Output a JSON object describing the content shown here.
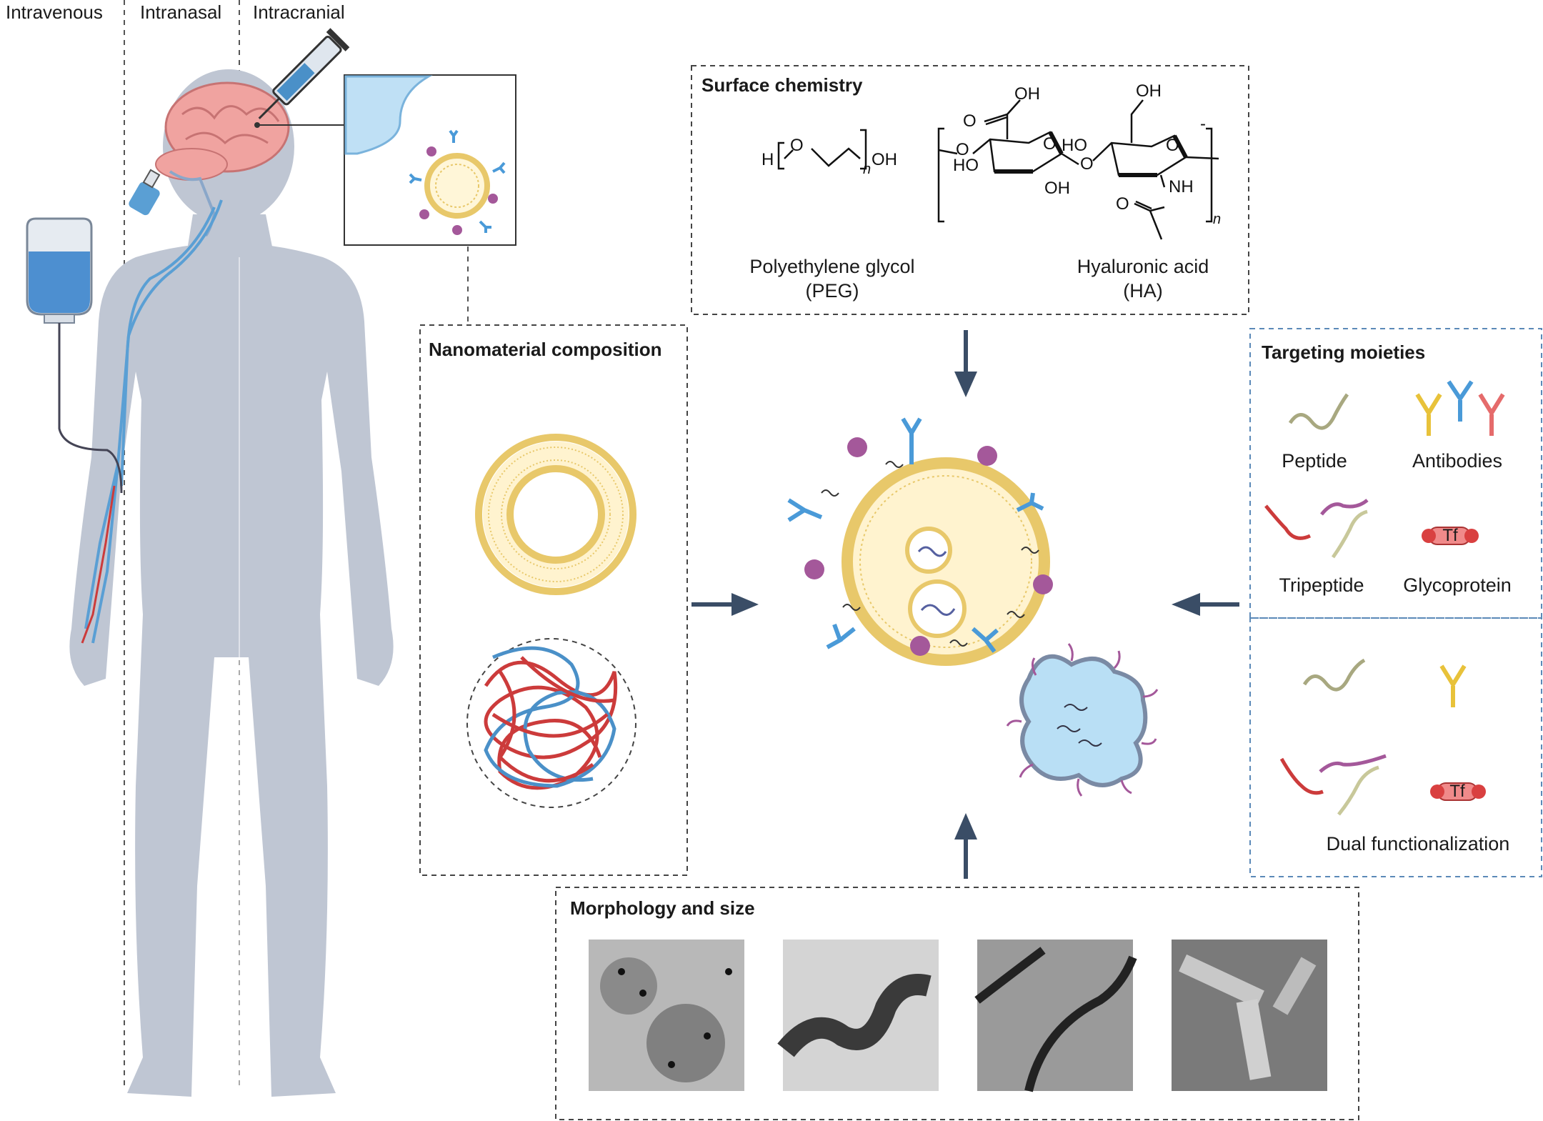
{
  "routes": {
    "intravenous": "Intravenous",
    "intranasal": "Intranasal",
    "intracranial": "Intracranial"
  },
  "surface": {
    "title": "Surface chemistry",
    "peg_name": "Polyethylene glycol",
    "peg_abbr": "(PEG)",
    "ha_name": "Hyaluronic acid",
    "ha_abbr": "(HA)",
    "peg_atoms": {
      "h": "H",
      "o": "O",
      "oh": "OH",
      "n": "n"
    },
    "ha_atoms": {
      "oh_top": "OH",
      "o_eq": "O",
      "o_ring1": "O",
      "ho_left": "HO",
      "oh_bottom": "OH",
      "ho_mid": "HO",
      "o_ring2": "O",
      "oh_ch2": "OH",
      "nh": "NH",
      "o_acetyl": "O",
      "minus": "-",
      "n": "n",
      "o_link": "O",
      "o_gly": "O"
    }
  },
  "composition": {
    "title": "Nanomaterial composition"
  },
  "targeting": {
    "title": "Targeting moieties",
    "peptide": "Peptide",
    "antibodies": "Antibodies",
    "tripeptide": "Tripeptide",
    "glycoprotein": "Glycoprotein",
    "tf_label": "Tf"
  },
  "dual": {
    "title": "Dual functionalization",
    "tf_label": "Tf"
  },
  "morphology": {
    "title": "Morphology and size"
  },
  "colors": {
    "body": "#bfc6d3",
    "brain": "#f0a3a0",
    "vessel": "#5a9fd4",
    "lipid": "#e8c86a",
    "antibody_blue": "#4a9ad8",
    "antibody_yellow": "#e8c23a",
    "antibody_red": "#e56b6b",
    "peg_dot": "#a4589a",
    "polymer_red": "#cc3b3b",
    "polymer_blue": "#4a90c8",
    "arrow": "#3a4d66",
    "tf_red": "#d94040"
  }
}
